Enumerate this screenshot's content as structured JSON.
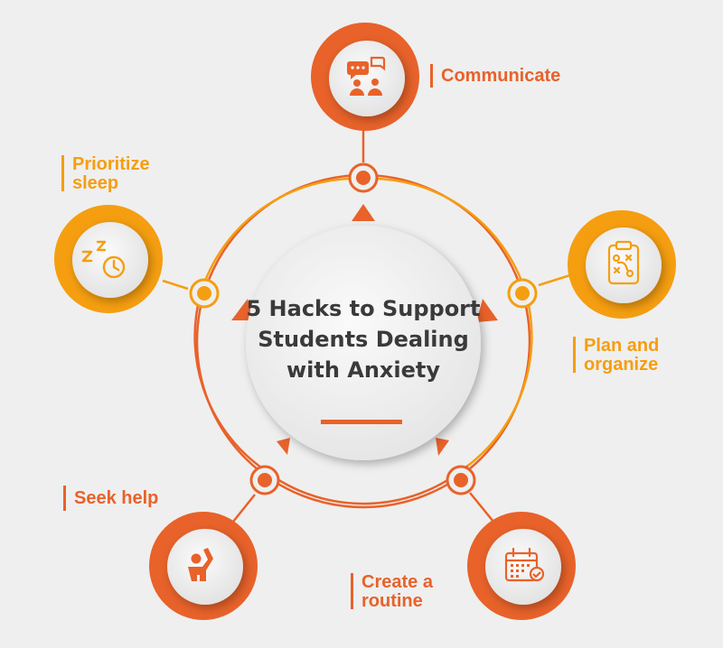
{
  "title": "5 Hacks to Support Students Dealing with Anxiety",
  "colors": {
    "orange": "#E8622A",
    "amber": "#F59E10",
    "title_text": "#3a3a3a",
    "background": "#efefef"
  },
  "hacks": [
    {
      "label": "Communicate",
      "icon": "chat-people-icon",
      "color": "#E8622A"
    },
    {
      "label": "Plan and organize",
      "icon": "strategy-clipboard-icon",
      "color": "#F59E10"
    },
    {
      "label": "Create a routine",
      "icon": "calendar-check-icon",
      "color": "#E8622A"
    },
    {
      "label": "Seek help",
      "icon": "raised-hand-person-icon",
      "color": "#E8622A"
    },
    {
      "label": "Prioritize sleep",
      "icon": "sleep-clock-icon",
      "color": "#F59E10"
    }
  ]
}
